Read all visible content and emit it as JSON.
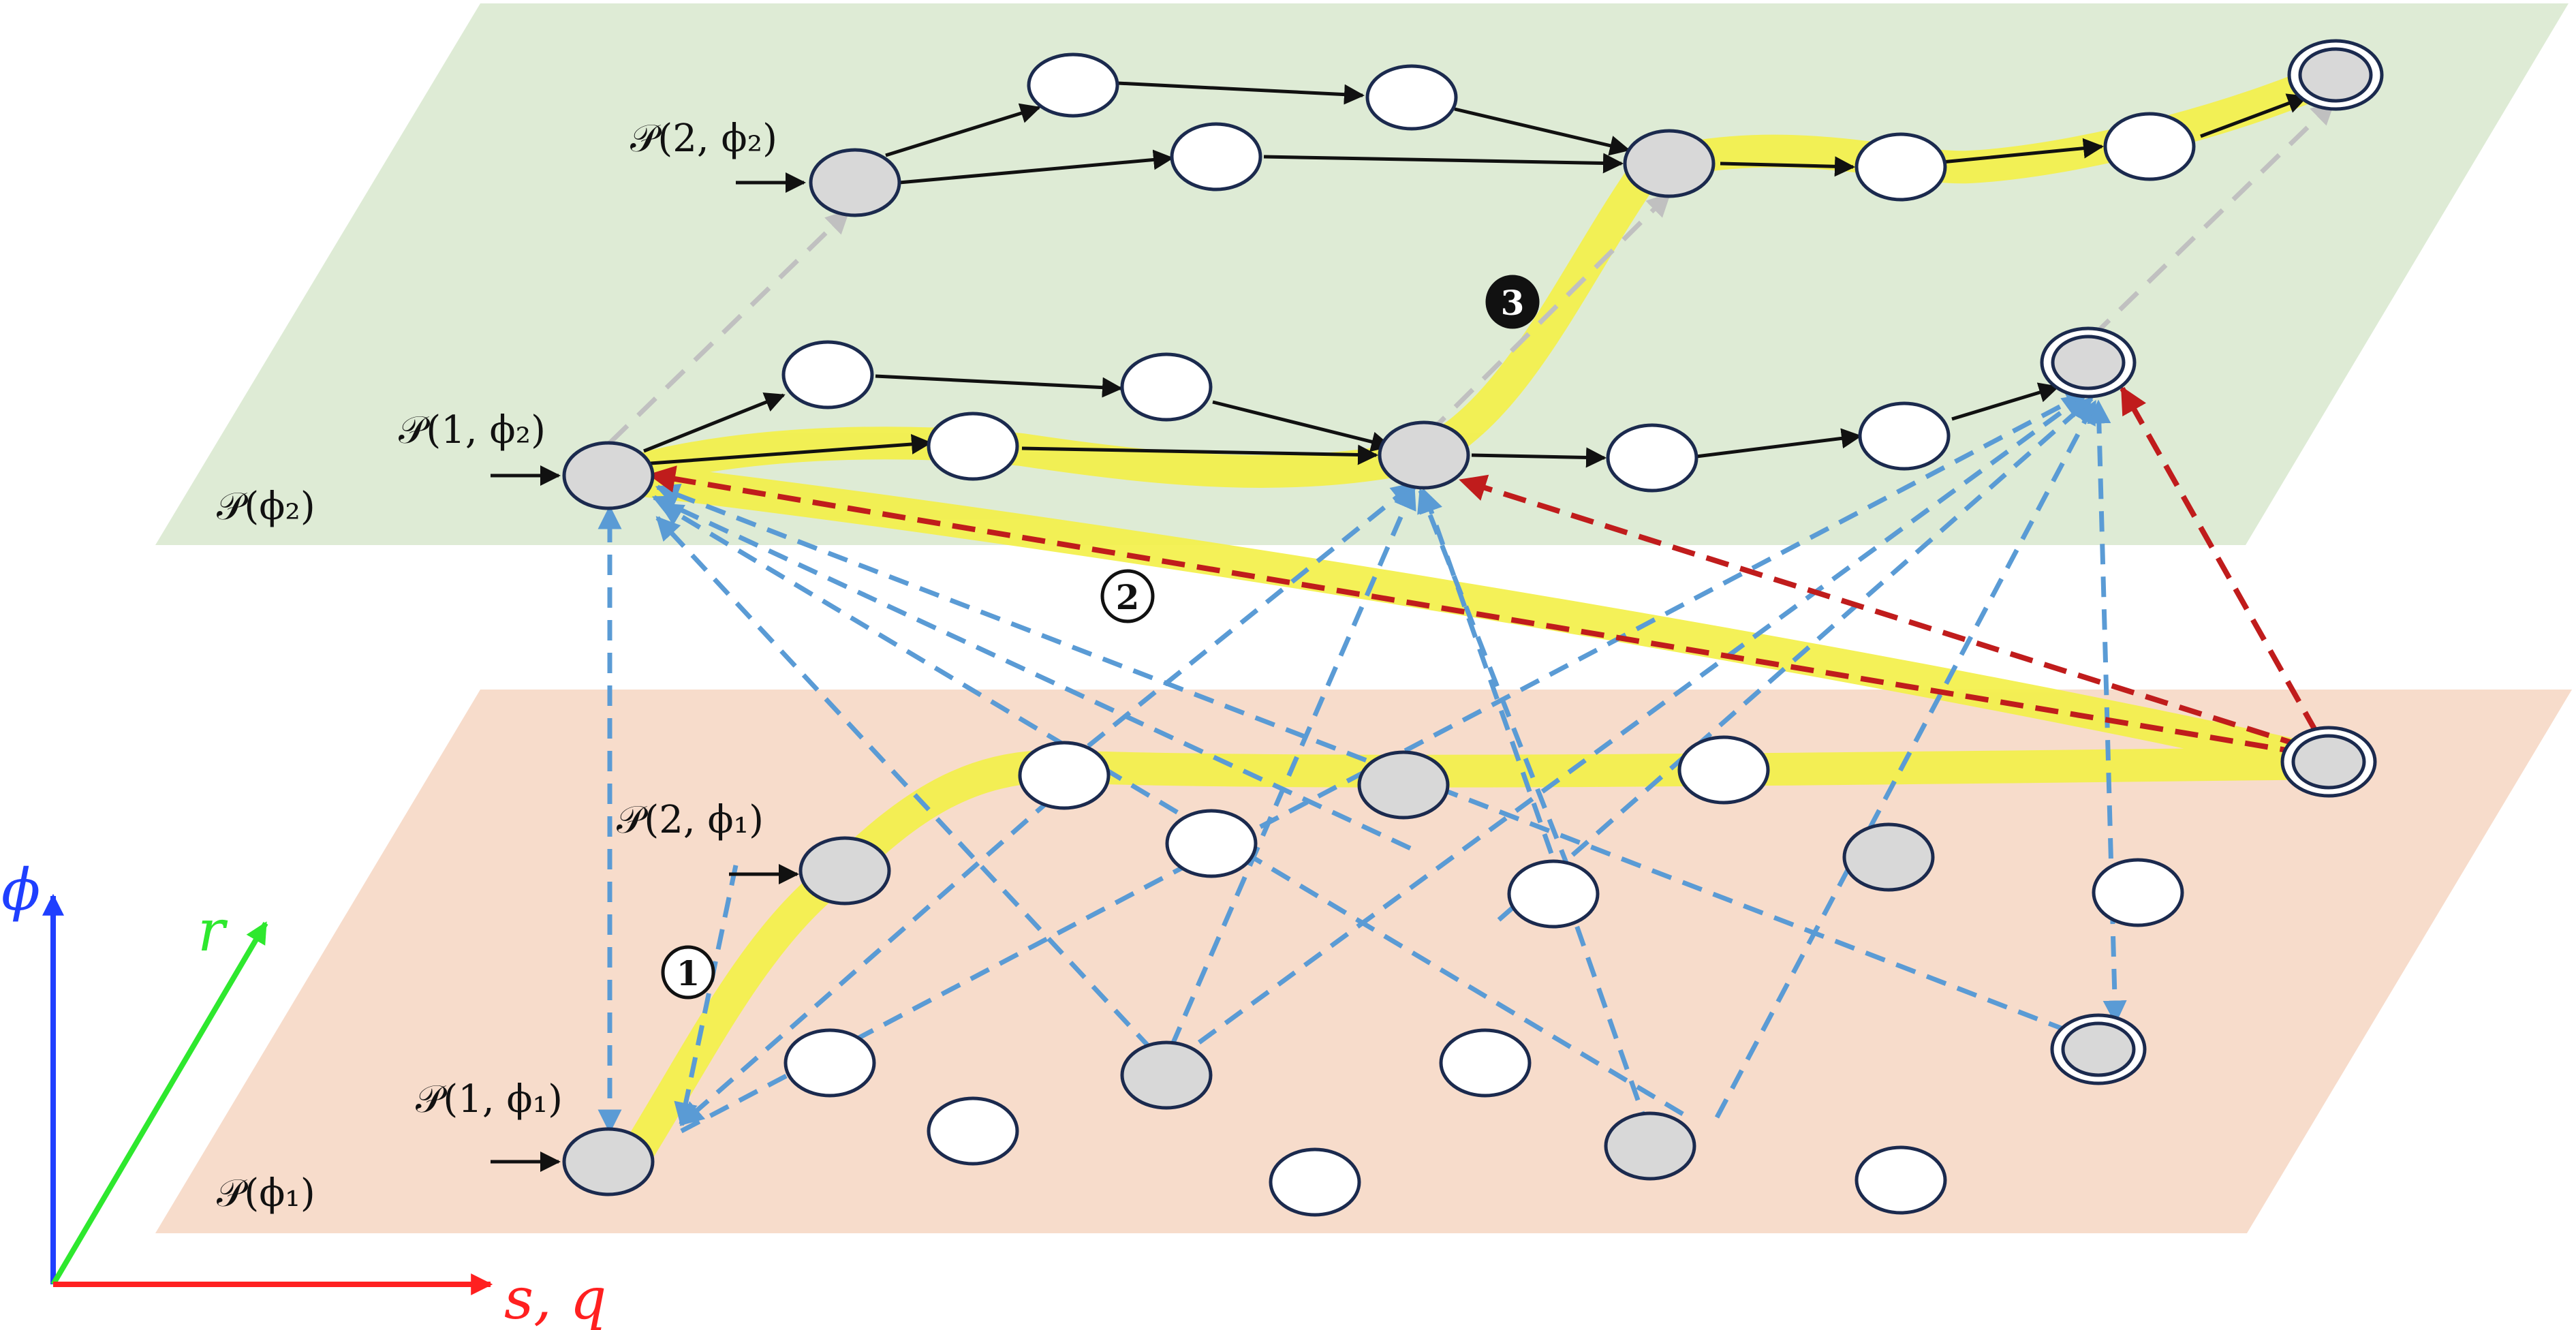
{
  "labels": {
    "plane_upper": "𝒫(ϕ₂)",
    "plane_lower": "𝒫(ϕ₁)",
    "p1_phi2": "𝒫(1, ϕ₂)",
    "p2_phi2": "𝒫(2, ϕ₂)",
    "p1_phi1": "𝒫(1, ϕ₁)",
    "p2_phi1": "𝒫(2, ϕ₁)"
  },
  "axes": {
    "vertical": "ϕ",
    "diagonal": "r",
    "horizontal": "s, q"
  },
  "step_markers": {
    "one": "1",
    "two": "2",
    "three": "3"
  },
  "colors": {
    "plane_upper_fill": "#deebd5",
    "plane_lower_fill": "#f7dccb",
    "node_gray": "#d8d8d8",
    "node_white": "#ffffff",
    "node_stroke": "#1b2a4e",
    "highlight_path": "#f3f04a",
    "edge_black": "#111111",
    "edge_blue_dashed": "#5a9bd5",
    "edge_red_dashed": "#c01c1c",
    "edge_gray_dashed": "#c0c0c0",
    "axis_phi": "#1f3fff",
    "axis_r": "#2ee82e",
    "axis_sq": "#ff2020"
  }
}
